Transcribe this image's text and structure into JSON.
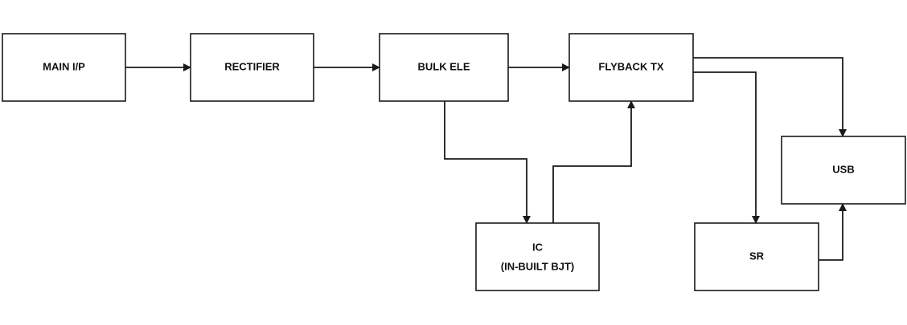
{
  "blocks": {
    "main_ip": "MAIN I/P",
    "rectifier": "RECTIFIER",
    "bulk_ele": "BULK ELE",
    "flyback_tx": "FLYBACK TX",
    "usb": "USB",
    "ic_line1": "IC",
    "ic_line2": "(IN-BUILT BJT)",
    "sr": "SR"
  },
  "colors": {
    "stroke": "#1a1a1a",
    "background": "#ffffff"
  }
}
